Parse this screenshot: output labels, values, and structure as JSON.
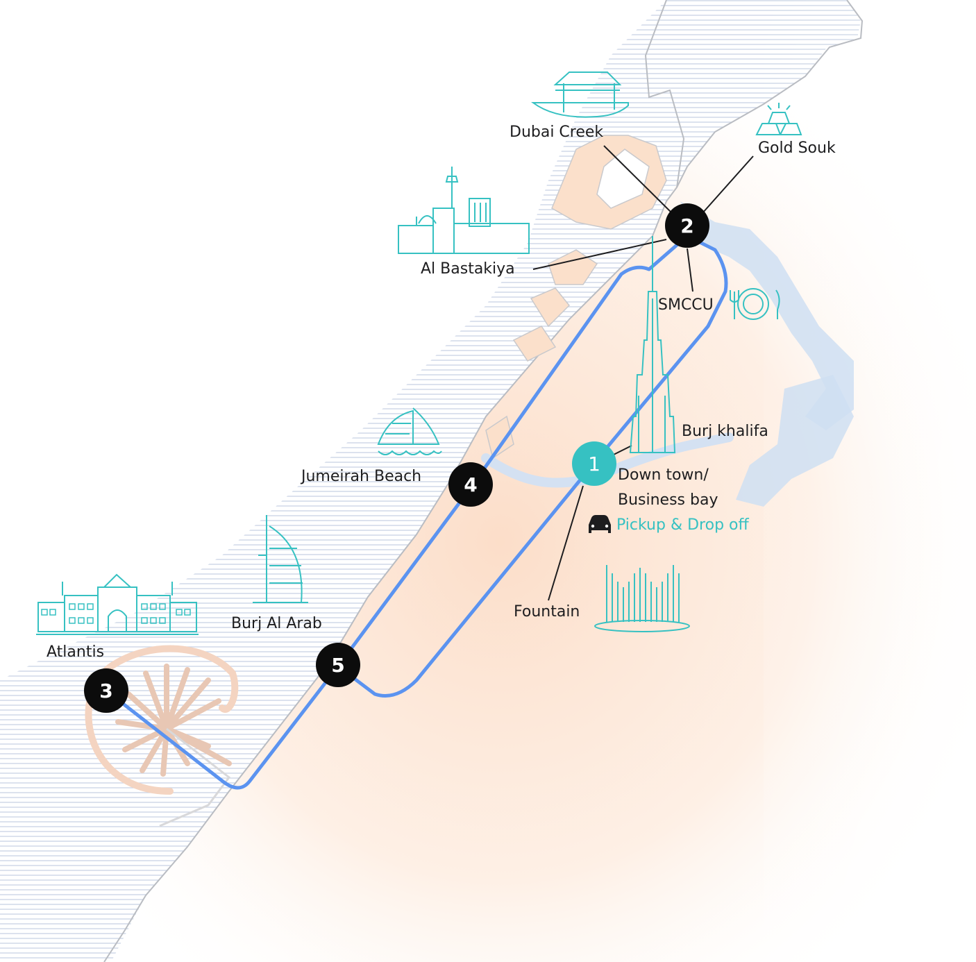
{
  "colors": {
    "route": "#5b93f0",
    "accent": "#36c1c2",
    "land": "#fde3cf",
    "water": "#cfdff2",
    "coast": "#b9bcc2",
    "marker": "#0c0c0c"
  },
  "stops": [
    {
      "number": "1",
      "label": "Down town/",
      "label2": "Business bay",
      "type": "start"
    },
    {
      "number": "2",
      "type": "stop"
    },
    {
      "number": "3",
      "type": "stop"
    },
    {
      "number": "4",
      "type": "stop"
    },
    {
      "number": "5",
      "type": "stop"
    }
  ],
  "landmarks": {
    "dubai_creek": "Dubai Creek",
    "gold_souk": "Gold Souk",
    "al_bastakiya": "Al Bastakiya",
    "smccu": "SMCCU",
    "burj_khalifa": "Burj khalifa",
    "jumeirah_beach": "Jumeirah Beach",
    "burj_al_arab": "Burj Al Arab",
    "atlantis": "Atlantis",
    "fountain": "Fountain"
  },
  "pickup": {
    "label": "Pickup & Drop off",
    "icon": "car-icon"
  },
  "icons": [
    "abra-boat-icon",
    "gold-bars-icon",
    "bastakiya-building-icon",
    "plate-cutlery-icon",
    "burj-khalifa-icon",
    "jumeirah-hotel-icon",
    "burj-al-arab-icon",
    "atlantis-hotel-icon",
    "fountain-icon"
  ]
}
